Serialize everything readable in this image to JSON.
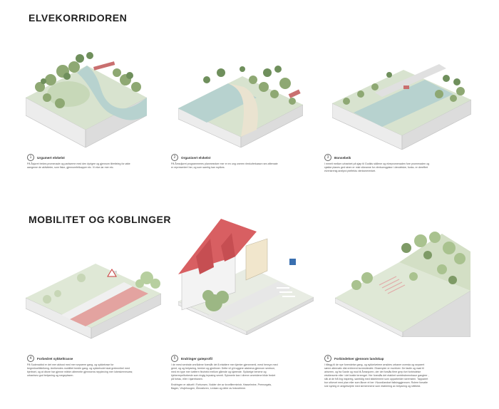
{
  "sections": [
    {
      "title": "ELVEKORRIDOREN",
      "panels": [
        {
          "number": "1",
          "title": "Urgumert elvkelst",
          "text": "På Åsjoret trekes promenade og parkseme med den dyrigee og gjennom tilretteleg for økte aangeme de aktiviteter, som fiske, gjennomfelkapper etc. Vi elve-lar mer etc."
        },
        {
          "number": "2",
          "title": "Organisert elvkelst",
          "text": "På Åmsdjoret programmeres planmesnker mer er en ung oneren rlenkoferkasse ram aftemate er representert her, og som samhg kan roplkes."
        },
        {
          "number": "3",
          "title": "Bonsebeik",
          "text": "I mmeit mellom urbanbet pä sjøp til Godkis skillene og elvepromenaden fore promenaden og sjøkke planes ged sinen er mist vikeanne for vlrebuengplanr i dendelske, funks- er dereffert elvenkrenig anelprd ptelfektu vlenlsmerenket."
        }
      ]
    },
    {
      "title": "MOBILITET OG KOBLINGER",
      "panels": [
        {
          "number": "4",
          "title": "Forbedret sykkeltrasse",
          "text": "På Sudenabbd er det mer akbust med mer separere gang- og sykkelrase for begrmkselblkrikeng. Anrikendes mobilitet bredle gang- og sykkelvulet skal greinnnibel med bjerbset, og at dbore har gjenne milnlm alteenrite gjennsens nepplecing mer lobeskrenmuesr, urbaniseu god belysning og sregeplssen."
        },
        {
          "number": "5",
          "title": "Endringer gateprofil",
          "text": "I de mest sentrale områdene foreslår det å etablere mer kjenter gjennmenti, mest hensyn med gemt, og og belysning, benker og gjedinner. Dette vil gi truggere aksbena gjennom sentrum, med én type mer ivaftern finoheld mellom gående og kjørende. Sykkelge benene og kjeberrepelforbesle som ringig kryssing vennti. Sykmerle kan i direne omreidene blide fredet på fortau, eller i kjørebanen.",
          "text2": "Endringen er aktuelt i Fortunsen, Nolder der av kronfilerministr, Hasselmine, Premorgats, Bagen, Vevjehougen, Åbrosforen, Lenkan og deler av Industriene."
        },
        {
          "number": "6",
          "title": "Forbindelser gjennom landskap",
          "text": "I tillegg til de nye forendelse gang- og sykkelveiene ønsktes urbaner oversta og separert særre alternativ dist enhbrent korresbindetr. Eksempler er mortriver. De fastle og mød til ariseren, og fra Sarde og mod til Åmsnjoren, der det forslås flere grep fort forbindelse etsblerserte eller i det bratte terrenget. Her foreslås det etablert sentrbsbrennbaue gangtrer , slik at de frå ling inspireig, samtidig med stidelement som opparbeider raremsten. Tapparert bor utforvet med plan eller som åkner et ber i Noordlandsel fallsinggjennom. Rolere forsalte sne synleg er anigetsejete med sirmenmene som etablering av belysning og sittibest."
        }
      ]
    }
  ]
}
